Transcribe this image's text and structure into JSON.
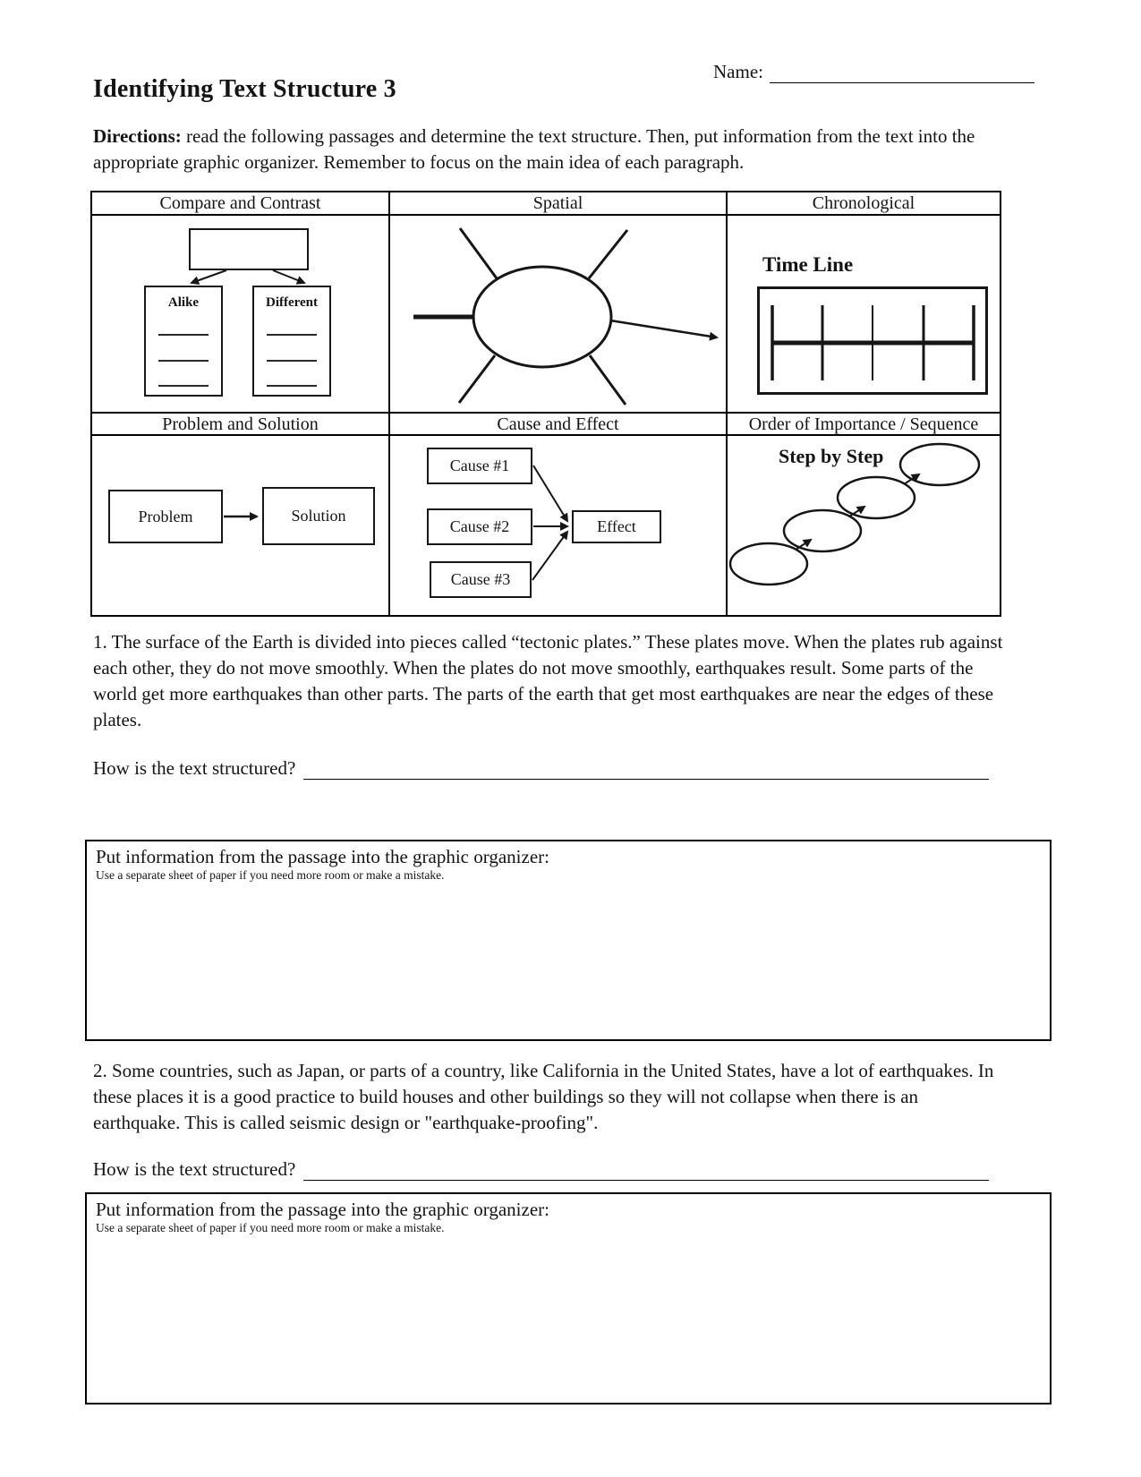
{
  "header": {
    "name_label": "Name:",
    "title": "Identifying Text Structure 3",
    "directions_label": "Directions:",
    "directions_text": "read the following passages and determine the text structure. Then, put information from the text into the appropriate graphic organizer.  Remember to focus on the main idea of each paragraph."
  },
  "organizer_table": {
    "headers": [
      "Compare and Contrast",
      "Spatial",
      "Chronological",
      "Problem and Solution",
      "Cause and Effect",
      "Order of Importance / Sequence"
    ],
    "compare_contrast": {
      "alike": "Alike",
      "different": "Different"
    },
    "chronological": {
      "caption": "Time Line"
    },
    "problem_solution": {
      "problem": "Problem",
      "solution": "Solution"
    },
    "cause_effect": {
      "cause1": "Cause #1",
      "cause2": "Cause #2",
      "cause3": "Cause #3",
      "effect": "Effect"
    },
    "sequence": {
      "caption": "Step by Step"
    }
  },
  "questions": [
    {
      "passage": "1. The surface of the Earth is divided into pieces called “tectonic plates.”  These plates move. When the plates rub against each other, they do not move smoothly. When the plates do not move smoothly, earthquakes result.  Some parts of the world get more earthquakes than other parts. The parts of the earth that get most earthquakes are near the edges of these plates.",
      "question_label": "How is the text structured?",
      "box_title": "Put information from the passage into the graphic organizer:",
      "box_note": "Use a separate sheet of paper if you need more room or make a mistake."
    },
    {
      "passage": "2. Some countries, such as Japan, or parts of a country, like California in the United States, have a lot of earthquakes. In these places it is a good practice to build houses and other buildings so they will not collapse when there is an earthquake. This is called seismic design or \"earthquake-proofing\".",
      "question_label": "How is the text structured?",
      "box_title": "Put information from the passage into the graphic organizer:",
      "box_note": "Use a separate sheet of paper if you need more room or make a mistake."
    }
  ]
}
